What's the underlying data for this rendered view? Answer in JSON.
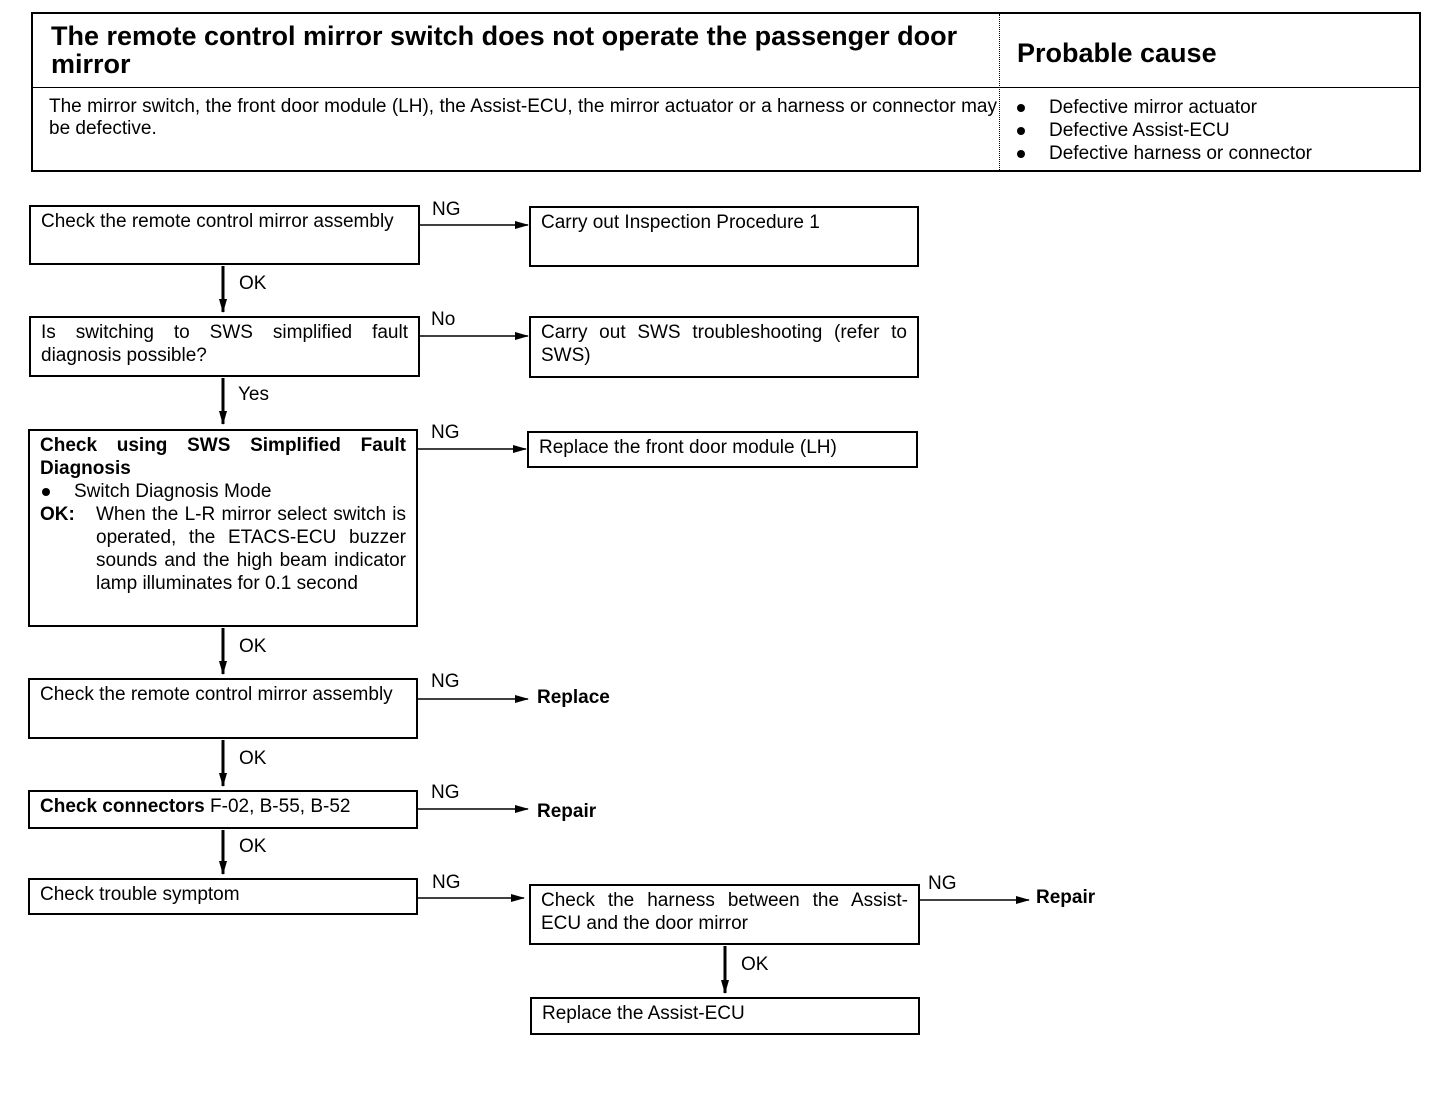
{
  "header": {
    "title": "The remote control mirror switch does not operate the passenger door mirror",
    "cause_heading": "Probable cause",
    "description": "The mirror switch, the front door module (LH), the Assist-ECU, the mirror actuator or a harness or connector may be defective.",
    "causes": [
      "Defective mirror actuator",
      "Defective Assist-ECU",
      "Defective harness or connector"
    ]
  },
  "flow": {
    "step1": "Check the remote control mirror assembly",
    "step1_ng": "Carry out Inspection Procedure 1",
    "step2": "Is switching to SWS simplified fault diagnosis possible?",
    "step2_no": "Carry out SWS troubleshooting (refer to SWS)",
    "step3_title": "Check using SWS Simplified Fault Diagnosis",
    "step3_bullet": "Switch Diagnosis Mode",
    "step3_ok_label": "OK:",
    "step3_ok_text": "When the L-R mirror select switch is operated, the ETACS-ECU buzzer sounds and the high beam indicator lamp illuminates for 0.1 second",
    "step3_ng": "Replace the front door module (LH)",
    "step4": "Check the remote control mirror assembly",
    "step4_ng": "Replace",
    "step5_bold": "Check connectors",
    "step5_rest": " F-02, B-55, B-52",
    "step5_ng": "Repair",
    "step6": "Check trouble symptom",
    "step6_ng": "Check the harness between the Assist-ECU and the door mirror",
    "step7_ng": "Repair",
    "step7_ok": "Replace the Assist-ECU"
  },
  "labels": {
    "ng": "NG",
    "ok": "OK",
    "no": "No",
    "yes": "Yes"
  }
}
